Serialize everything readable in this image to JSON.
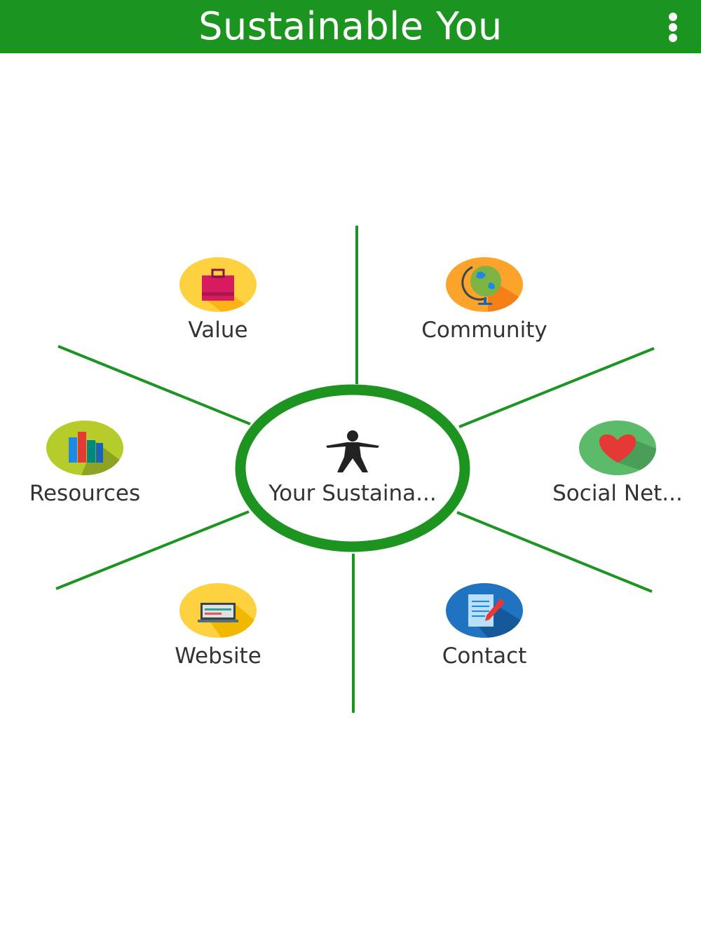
{
  "header": {
    "title": "Sustainable You",
    "menu_icon": "more-vert-icon"
  },
  "center": {
    "label": "Your Sustaina...",
    "icon": "person-icon"
  },
  "items": [
    {
      "label": "Value",
      "icon": "shopping-bag-icon",
      "color": "#fdd13f"
    },
    {
      "label": "Community",
      "icon": "globe-icon",
      "color": "#fba32a"
    },
    {
      "label": "Resources",
      "icon": "books-icon",
      "color": "#b5cc2b"
    },
    {
      "label": "Social Net...",
      "icon": "heart-icon",
      "color": "#5bbb6a"
    },
    {
      "label": "Website",
      "icon": "laptop-icon",
      "color": "#fdd13f"
    },
    {
      "label": "Contact",
      "icon": "document-pencil-icon",
      "color": "#1f73c0"
    }
  ],
  "colors": {
    "brand": "#1b9420"
  }
}
